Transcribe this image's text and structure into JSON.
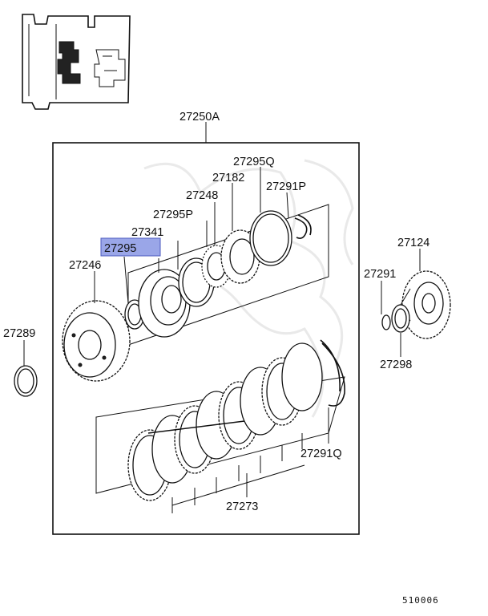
{
  "diagram": {
    "labels": {
      "assembly": "27250A",
      "p27295Q": "27295Q",
      "p27182": "27182",
      "p27291P": "27291P",
      "p27248": "27248",
      "p27295P": "27295P",
      "p27341": "27341",
      "p27295": "27295",
      "p27246": "27246",
      "p27289": "27289",
      "p27124": "27124",
      "p27291": "27291",
      "p27298": "27298",
      "p27291Q": "27291Q",
      "p27273": "27273"
    },
    "highlighted_part": "27295",
    "footer_code": "510006",
    "colors": {
      "highlight_fill": "#9aa6e8",
      "highlight_border": "#4c5bbf",
      "line": "#111111",
      "watermark": "#d9d9d9"
    }
  }
}
